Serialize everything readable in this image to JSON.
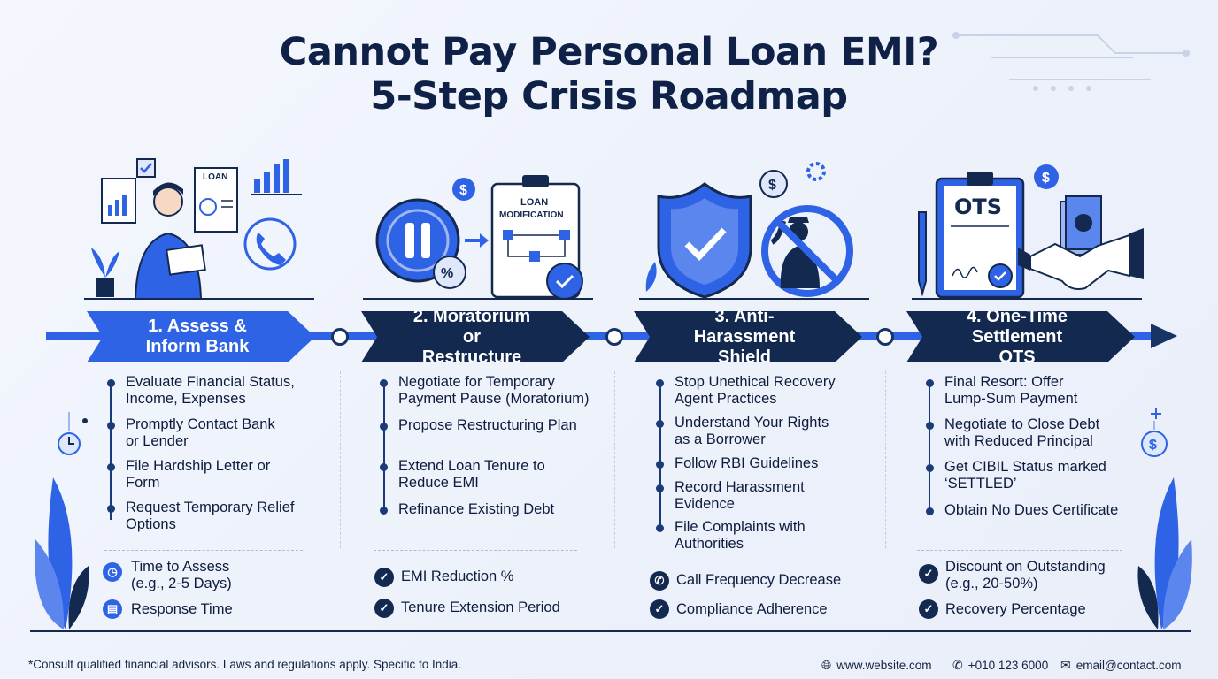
{
  "title": {
    "line1": "Cannot Pay Personal Loan EMI?",
    "line2": "5-Step Crisis Roadmap"
  },
  "illustrations": {
    "step1_doc": "LOAN",
    "step2_doc_line1": "LOAN",
    "step2_doc_line2": "MODIFICATION",
    "step4_doc": "OTS"
  },
  "steps": [
    {
      "banner_line1": "1. Assess &",
      "banner_line2": "Inform Bank",
      "bullets": [
        "Evaluate Financial Status,\nIncome, Expenses",
        "Promptly Contact Bank\nor Lender",
        "File Hardship Letter or\nForm",
        "Request Temporary Relief\nOptions"
      ],
      "metrics": [
        "Time to Assess\n(e.g., 2-5 Days)",
        "Response Time"
      ]
    },
    {
      "banner_line1": "2. Moratorium or",
      "banner_line2": "Restructure",
      "bullets": [
        "Negotiate for Temporary\nPayment Pause (Moratorium)",
        "Propose Restructuring Plan",
        "Extend Loan Tenure to\nReduce EMI",
        "Refinance Existing Debt"
      ],
      "metrics": [
        "EMI Reduction %",
        "Tenure Extension Period"
      ]
    },
    {
      "banner_line1": "3. Anti-Harassment",
      "banner_line2": "Shield",
      "bullets": [
        "Stop Unethical Recovery\nAgent Practices",
        "Understand Your Rights\nas a Borrower",
        "Follow RBI Guidelines",
        "Record Harassment\nEvidence",
        "File Complaints with\nAuthorities"
      ],
      "metrics": [
        "Call Frequency Decrease",
        "Compliance Adherence"
      ]
    },
    {
      "banner_line1": "4. One-Time",
      "banner_line2": "Settlement OTS",
      "bullets": [
        "Final Resort: Offer\nLump-Sum Payment",
        "Negotiate to Close Debt\nwith Reduced Principal",
        "Get CIBIL Status marked\n‘SETTLED’",
        "Obtain No Dues Certificate"
      ],
      "metrics": [
        "Discount on Outstanding\n(e.g., 20-50%)",
        "Recovery Percentage"
      ]
    }
  ],
  "footer": {
    "disclaimer": "*Consult qualified financial advisors. Laws and regulations apply. Specific to India.",
    "website": "www.website.com",
    "phone": "+010 123 6000",
    "email": "email@contact.com"
  },
  "colors": {
    "navy": "#13294f",
    "accent_blue": "#2f63e6",
    "text": "#0d1b3d"
  }
}
